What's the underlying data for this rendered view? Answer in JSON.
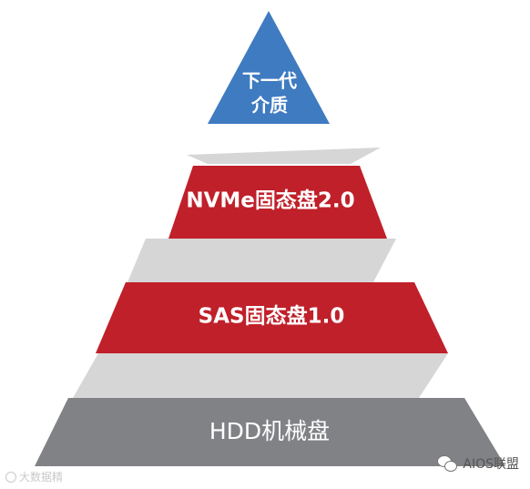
{
  "diagram": {
    "tiers": [
      {
        "id": "next-gen-media",
        "lines": [
          "下一代",
          "介质"
        ],
        "color": "#3f7bc1"
      },
      {
        "id": "nvme-ssd",
        "lines": [
          "NVMe固态盘2.0"
        ],
        "color": "#c0202a"
      },
      {
        "id": "sas-ssd",
        "lines": [
          "SAS固态盘1.0"
        ],
        "color": "#c0202a"
      },
      {
        "id": "hdd",
        "lines": [
          "HDD机械盘"
        ],
        "color": "#808285"
      }
    ],
    "connector_color": "#d6d6d6"
  },
  "watermarks": {
    "left": "大数据精",
    "right": "AIOS联盟"
  }
}
